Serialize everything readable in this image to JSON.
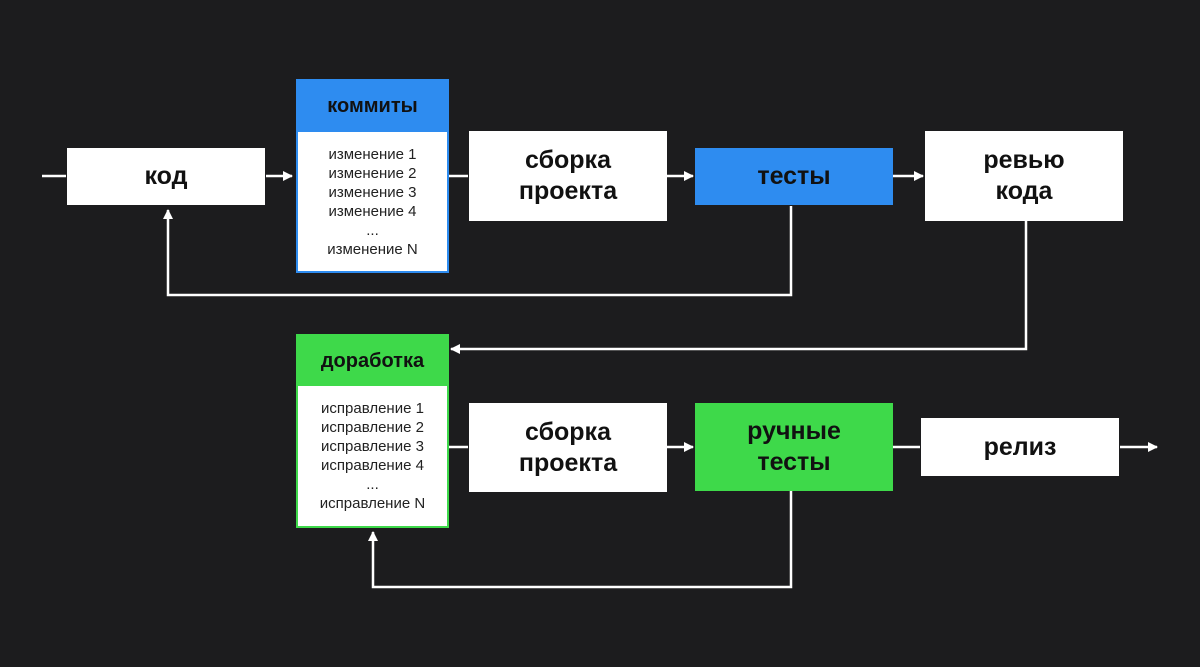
{
  "colors": {
    "background": "#1c1c1e",
    "blue": "#2e8cf0",
    "green": "#3ed94a",
    "white": "#ffffff",
    "arrow": "#ffffff"
  },
  "top_row": {
    "code": "код",
    "commits": {
      "title": "коммиты",
      "items": [
        "изменение 1",
        "изменение 2",
        "изменение 3",
        "изменение 4",
        "...",
        "изменение N"
      ]
    },
    "build": [
      "сборка",
      "проекта"
    ],
    "tests": "тесты",
    "review": [
      "ревью",
      "кода"
    ]
  },
  "bottom_row": {
    "rework": {
      "title": "доработка",
      "items": [
        "исправление 1",
        "исправление 2",
        "исправление 3",
        "исправление 4",
        "...",
        "исправление N"
      ]
    },
    "build": [
      "сборка",
      "проекта"
    ],
    "manual_tests": [
      "ручные",
      "тесты"
    ],
    "release": "релиз"
  }
}
